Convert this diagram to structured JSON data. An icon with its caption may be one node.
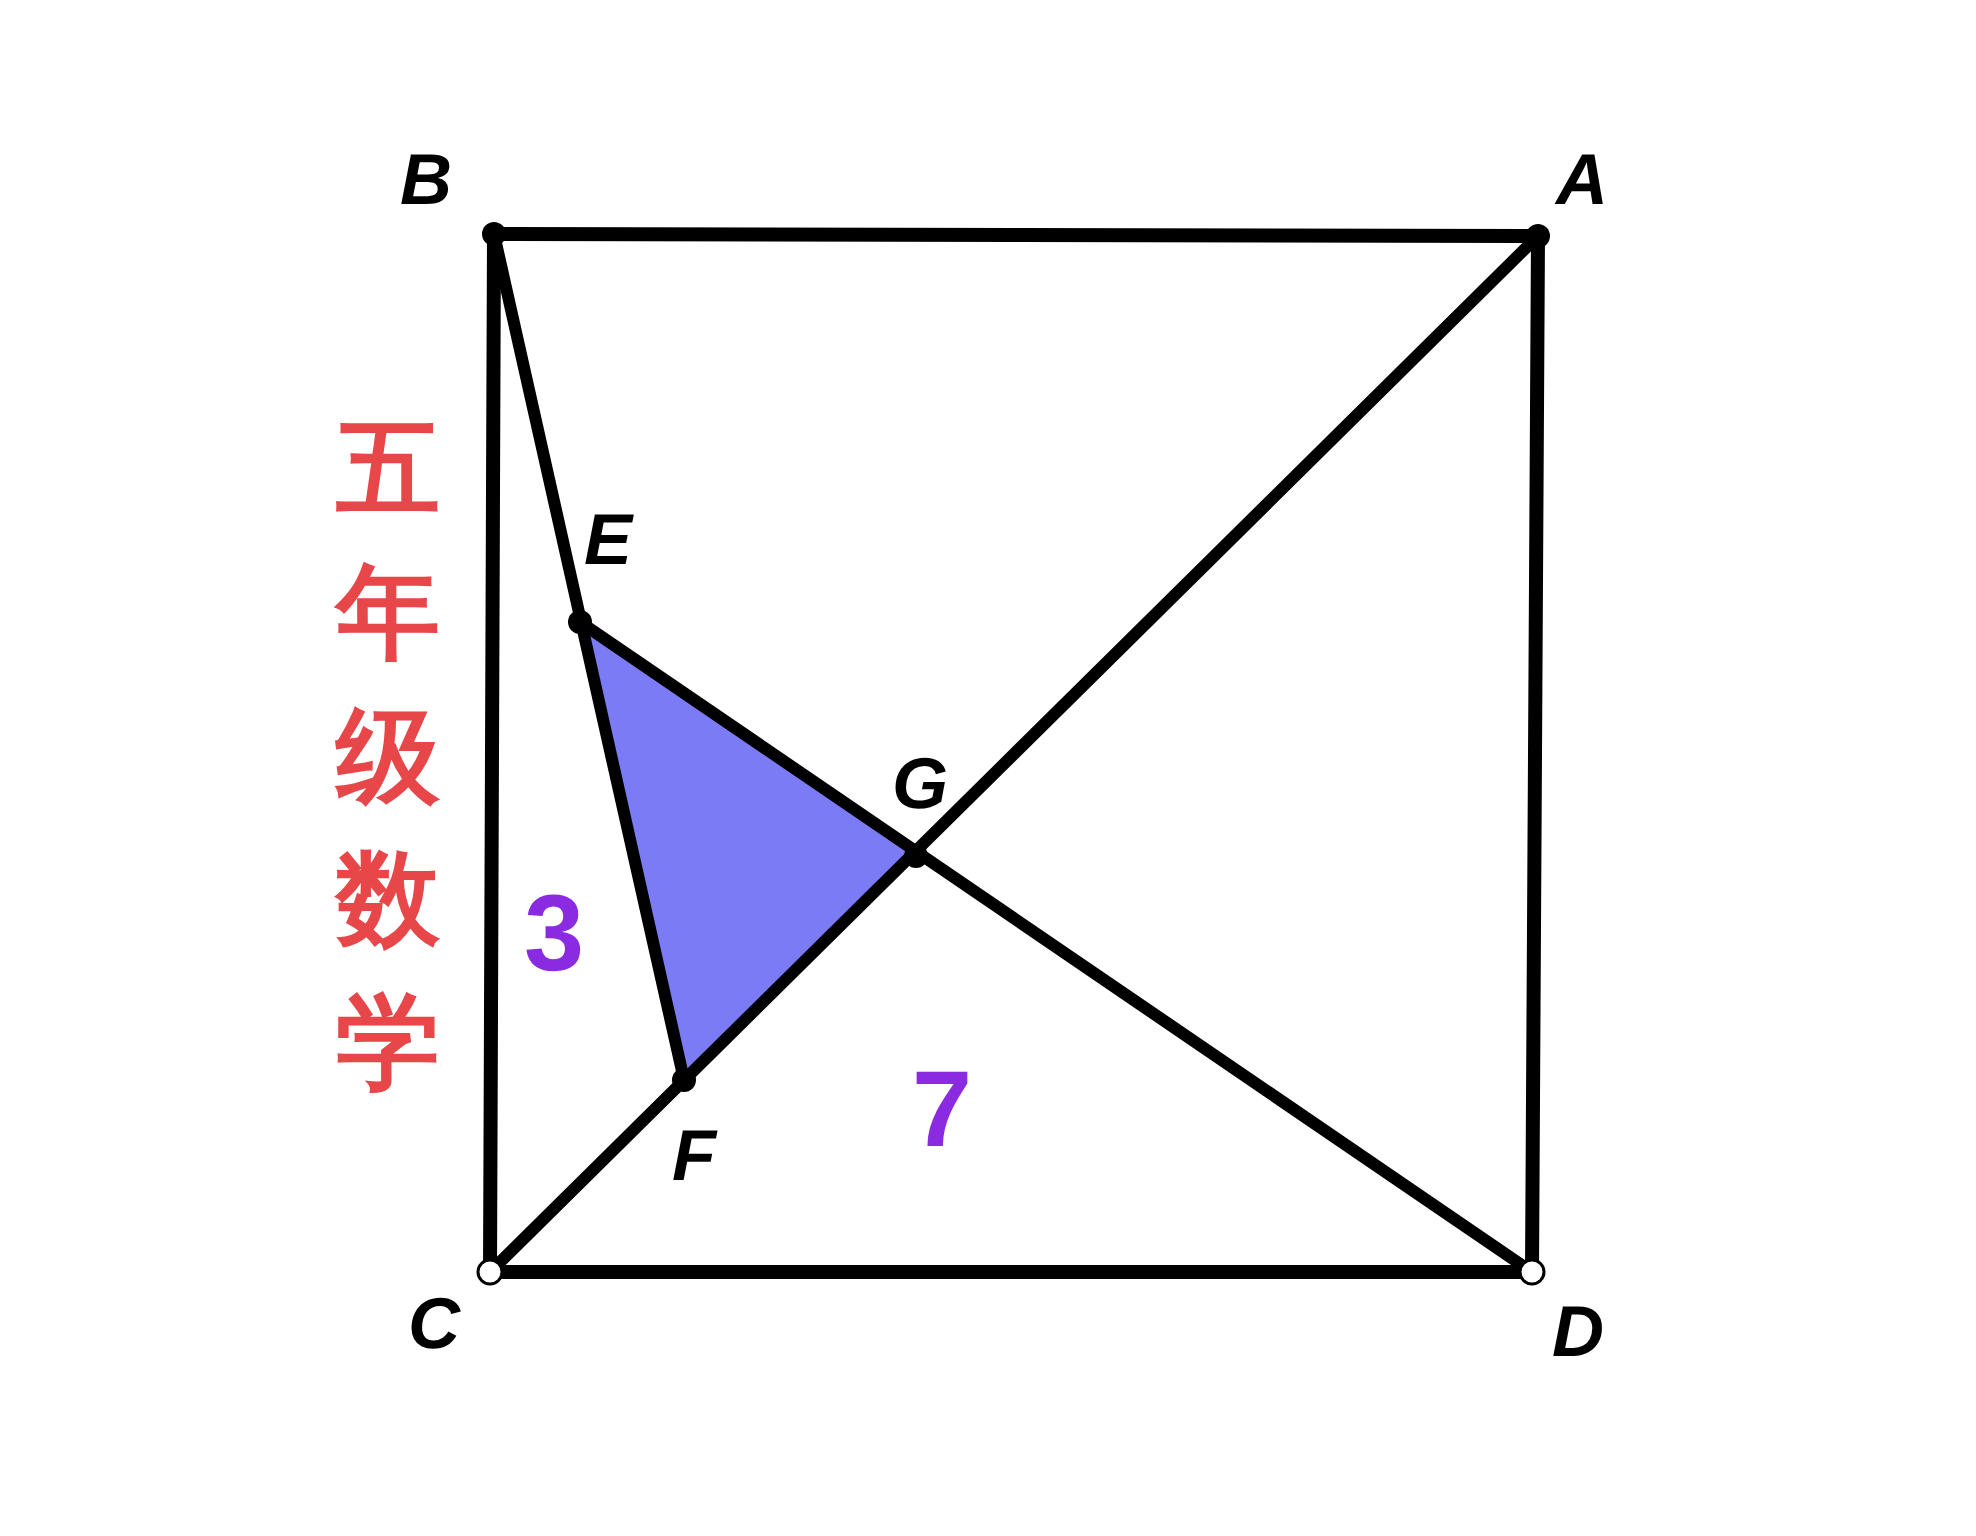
{
  "diagram": {
    "labels": [
      "B",
      "A",
      "五年级数学",
      "E",
      "G",
      "3",
      "F",
      "7",
      "C",
      "D"
    ]
  }
}
